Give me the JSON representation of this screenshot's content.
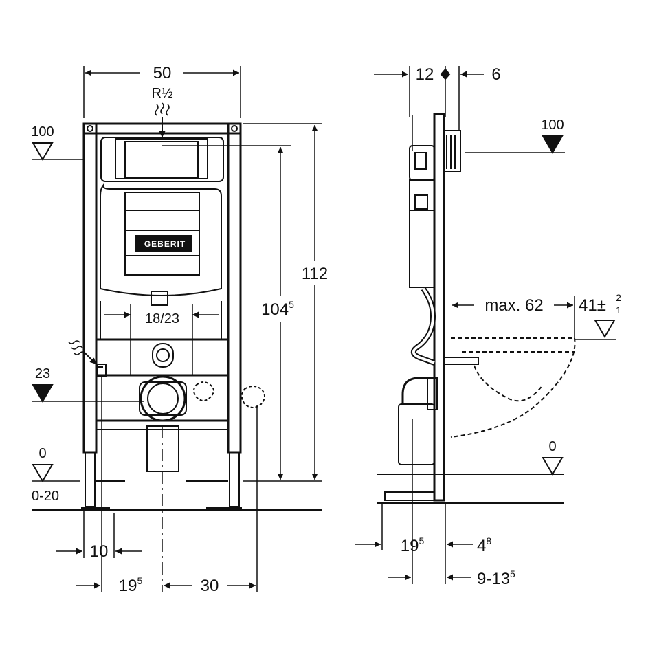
{
  "front": {
    "width": "50",
    "thread": "R½",
    "top_level": "100",
    "height_total": "112",
    "height_inner_base": "104",
    "height_inner_sup": "5",
    "bolt_spacing": "18/23",
    "water_level": "23",
    "floor_level": "0",
    "floor_range": "0-20",
    "left_offset": "10",
    "center_offset_base": "19",
    "center_offset_sup": "5",
    "drain_offset": "30",
    "brand": "GEBERIT"
  },
  "side": {
    "depth_a": "12",
    "depth_b": "6",
    "top_level": "100",
    "projection": "max. 62",
    "seat_height_base": "41",
    "seat_tol_sign": "±",
    "seat_tol_upper": "2",
    "seat_tol_lower": "1",
    "floor_level": "0",
    "wall_depth_base": "19",
    "wall_depth_sup": "5",
    "wall_gap_base": "4",
    "wall_gap_sup": "8",
    "wall_range_base": "9-13",
    "wall_range_sup": "5"
  }
}
